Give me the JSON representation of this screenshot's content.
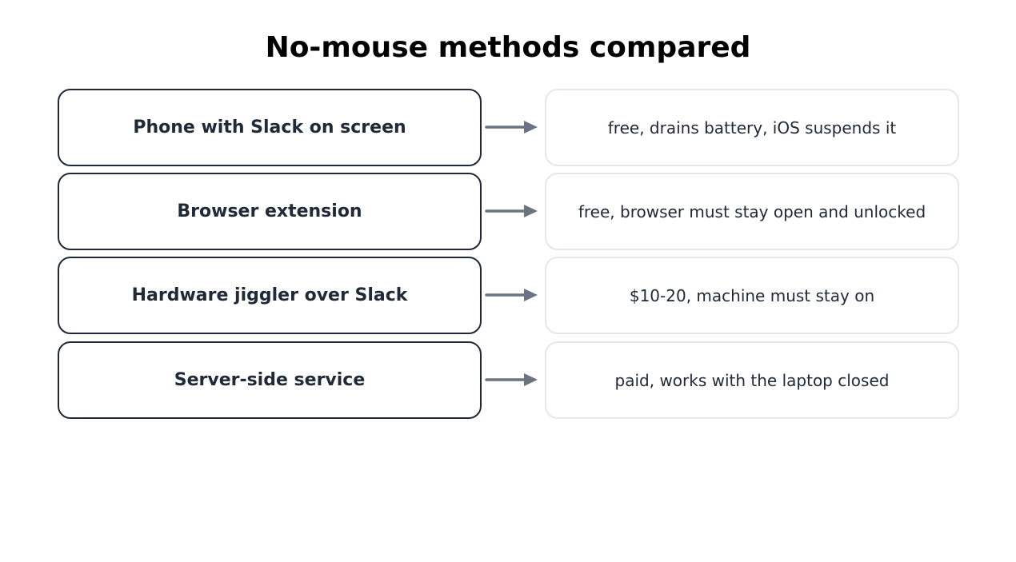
{
  "title": "No-mouse methods compared",
  "colors": {
    "method_border": "#1f2937",
    "detail_border": "#e5e7eb",
    "arrow": "#6b7280",
    "text": "#1f2937"
  },
  "rows": [
    {
      "method": "Phone with Slack on screen",
      "detail": "free, drains battery, iOS suspends it"
    },
    {
      "method": "Browser extension",
      "detail": "free, browser must stay open and unlocked"
    },
    {
      "method": "Hardware jiggler over Slack",
      "detail": "$10-20, machine must stay on"
    },
    {
      "method": "Server-side service",
      "detail": "paid, works with the laptop closed"
    }
  ]
}
